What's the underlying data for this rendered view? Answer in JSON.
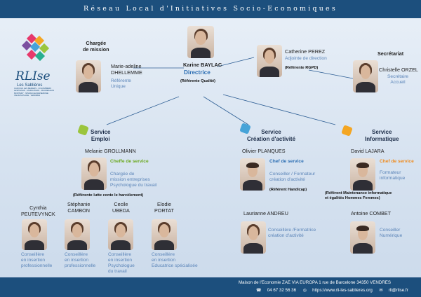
{
  "header": {
    "title": "Réseau Local d'Initiatives Socio-Economiques"
  },
  "logo": {
    "brand": "RLIse",
    "sub": "Les Sablières",
    "towns": [
      "CAZOULS LES BEZIERS · COLOMBIERS",
      "LESPIGNAN · MARAUSSAN · MAUREILHAN",
      "MONTADY · NISSAN LEZ ENSERUNE",
      "VALRAS-PLAGE · VENDRES"
    ]
  },
  "top": {
    "directrice": {
      "name": "Karine BAYLAC",
      "role": "Directrice",
      "note": "(Référente Qualité)"
    },
    "mission": {
      "label": "Chargée\nde mission",
      "name": "Marie-adeline\nDHELLEMME",
      "role": "Référente\nUnique"
    },
    "adjointe": {
      "name": "Catherine PEREZ",
      "role": "Adjointe de direction",
      "note": "(Référente RGPD)"
    },
    "secretariat": {
      "label": "Secrétariat",
      "name": "Christelle ORZEL",
      "role": "Secrétaire\nAccueil"
    }
  },
  "services": {
    "emploi": {
      "title": "Service\nEmploi",
      "chef": {
        "name": "Melanie GROLLMANN",
        "badge": "Cheffe de service",
        "role": "Chargée de\nmission entreprises\nPsychologue du travail",
        "note": "(Référente lutte conte le harcèlement)"
      },
      "staff": [
        {
          "name": "Cynthia\nPEUTEVYNCK",
          "role": "Conseillère\nen insertion\nprofessionnelle"
        },
        {
          "name": "Stéphanie\nCAMBON",
          "role": "Conseillère\nen insertion\nprofessionnelle"
        },
        {
          "name": "Cecile\nUBEDA",
          "role": "Conseillère\nen insertion\nPsychologue\ndu travail"
        },
        {
          "name": "Elodie\nPORTAT",
          "role": "Conseillère\nen insertion\nEducatrice spécialisée"
        }
      ]
    },
    "creation": {
      "title": "Service\nCréation d'activité",
      "chef": {
        "name": "Olivier PLANQUES",
        "badge": "Chef de service",
        "role": "Conseiller / Formateur\ncréation d'activité",
        "note": "(Référent Handicap)"
      },
      "staff": [
        {
          "name": "Laurianne ANDREU",
          "role": "Conseillère /Formatrice\ncréation d'activité"
        }
      ]
    },
    "informatique": {
      "title": "Service\nInformatique",
      "chef": {
        "name": "David LAJARA",
        "badge": "Chef de service",
        "role": "Formateur\ninformatique",
        "note": "(Référent Maintenance informatique\net égalités Hommes Femmes)"
      },
      "staff": [
        {
          "name": "Antoine COMBET",
          "role": "Conseiller\nNumérique"
        }
      ]
    }
  },
  "footer": {
    "address": "Maison de l'Economie   ZAE VIA EUROPA   1 rue de Barcelone  34350 VENDRES",
    "phone": "04 67 32 56 36",
    "web": "https://www.rli-les-sablieres.org",
    "email": "rli@rlise.fr"
  },
  "colors": {
    "navy": "#1c4f7d",
    "green": "#6aa81f",
    "blue": "#2d6fb3",
    "orange": "#ef8a1c"
  }
}
